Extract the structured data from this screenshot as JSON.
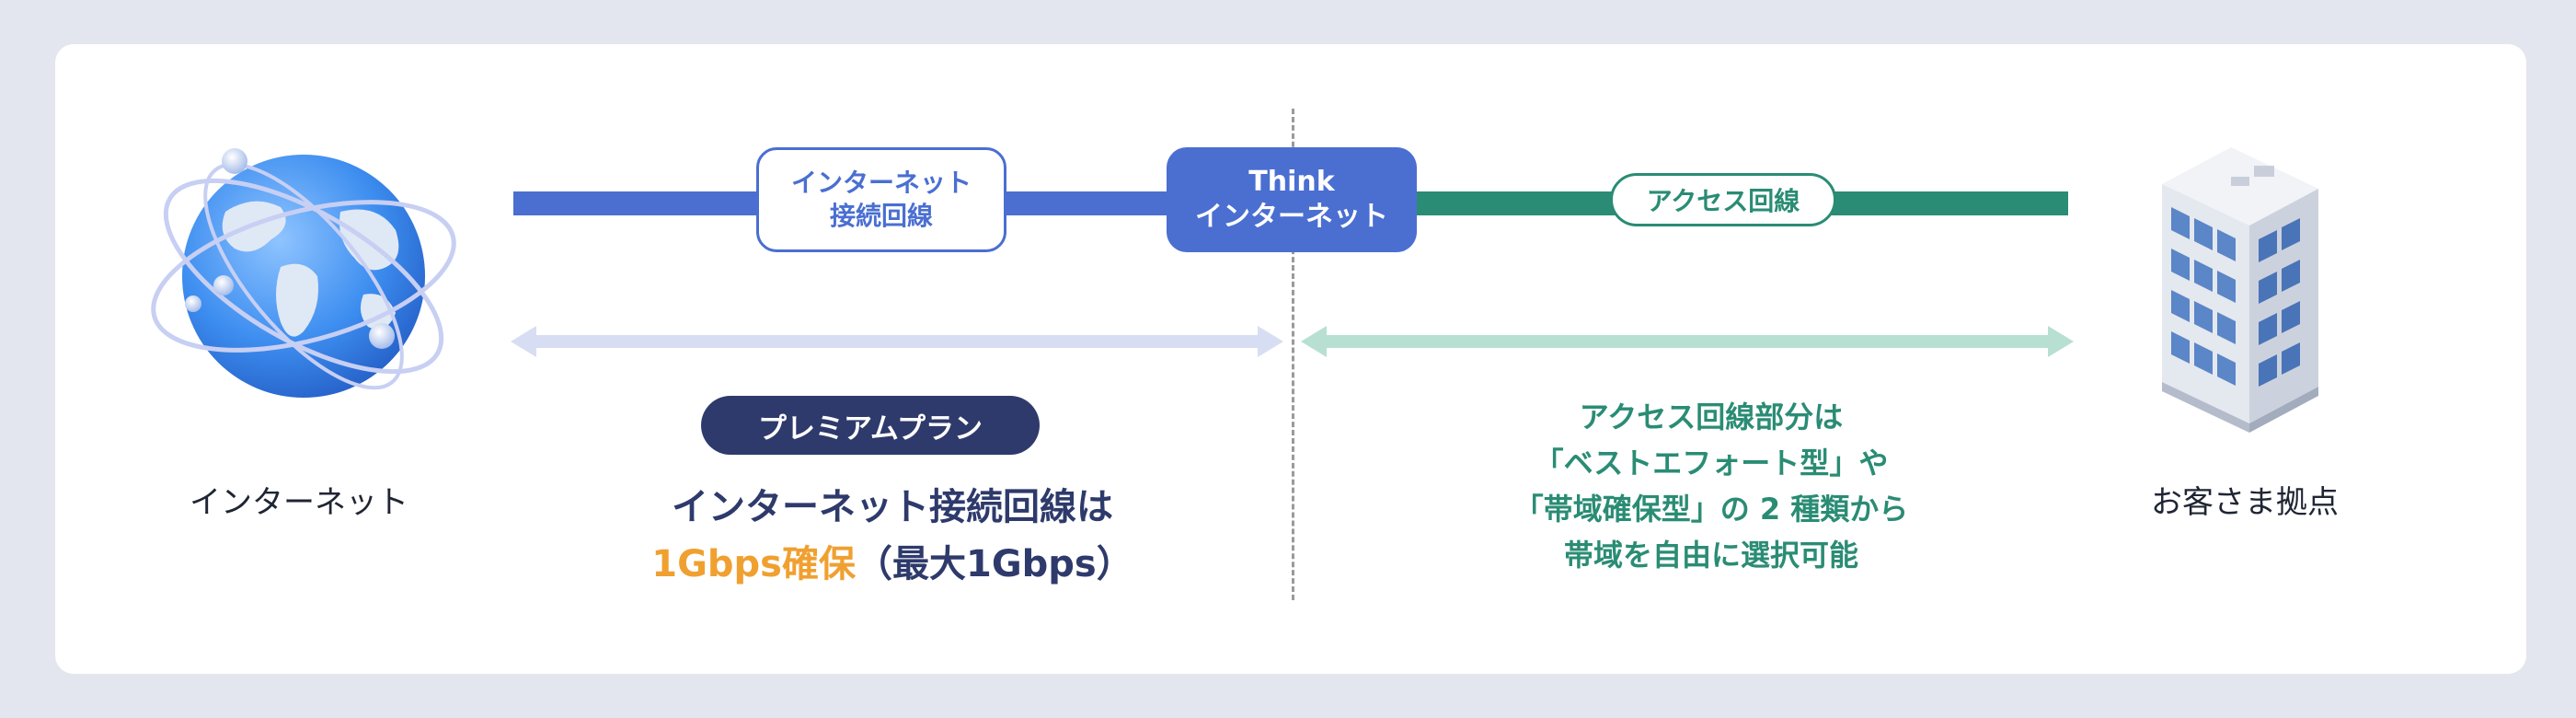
{
  "labels": {
    "internet": "インターネット",
    "office": "お客さま拠点"
  },
  "line_pills": {
    "internet_line": "インターネット\n接続回線",
    "think_top": "Think",
    "think_bottom": "インターネット",
    "access_line": "アクセス回線"
  },
  "premium": {
    "badge": "プレミアムプラン",
    "line1": "インターネット接続回線は",
    "line2_highlight": "1Gbps確保",
    "line2_rest": "（最大1Gbps）"
  },
  "access_note": {
    "line1": "アクセス回線部分は",
    "line2": "「ベストエフォート型」や",
    "line3": "「帯域確保型」の 2 種類から",
    "line4": "帯域を自由に選択可能"
  },
  "colors": {
    "blue": "#4a6fd1",
    "teal": "#2a8c74",
    "navy": "#2e3a6b",
    "orange": "#f0a030",
    "light_blue_arrow": "#d7def3",
    "light_teal_arrow": "#b8e0d2"
  }
}
